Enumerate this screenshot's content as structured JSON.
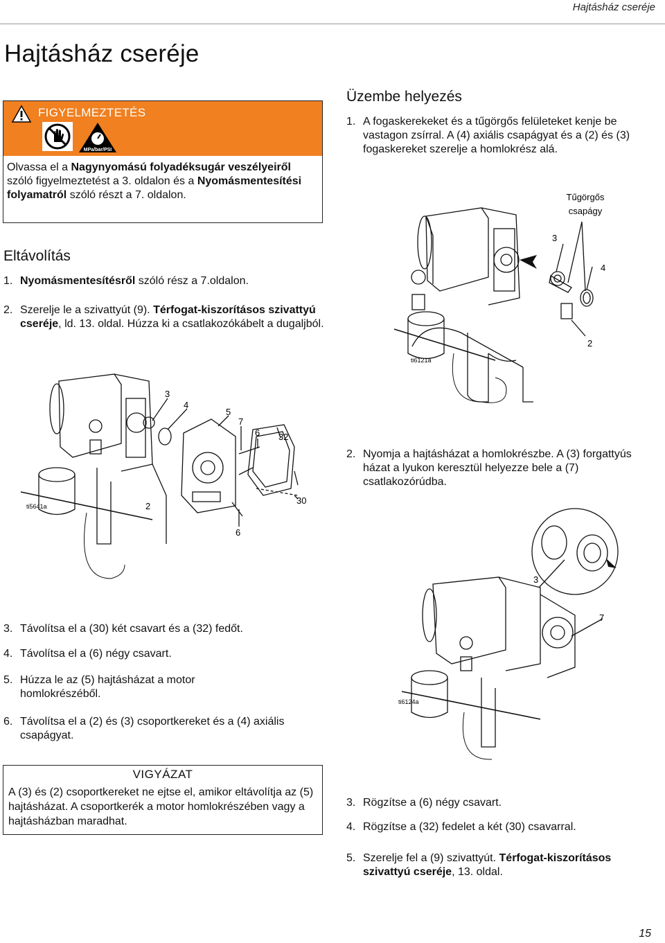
{
  "header": {
    "running_title": "Hajtásház cseréje"
  },
  "page_title": "Hajtásház cseréje",
  "warning": {
    "title": "FIGYELMEZTETÉS",
    "badge": "MPa/bar/PSI",
    "t1": "Olvassa el a ",
    "b1": "Nagynyomású folyadéksugár veszélyeiről",
    "t2": " szóló figyelmeztetést a 3. oldalon és a ",
    "b2": "Nyomásmentesítési folyamatról",
    "t3": " szóló részt a 7. oldalon."
  },
  "removal": {
    "heading": "Eltávolítás",
    "s1_num": "1.",
    "s1_bold": "Nyomásmentesítésről",
    "s1_text": " szóló rész a 7.oldalon.",
    "s2_num": "2.",
    "s2_text1": "Szerelje le a szivattyút (9). ",
    "s2_bold": "Térfogat-kiszorításos szivattyú cseréje",
    "s2_text2": ", ld. 13. oldal. Húzza ki a csatlakozókábelt a dugaljból.",
    "s3_num": "3.",
    "s3_text": "Távolítsa el a (30) két csavart és a (32) fedőt.",
    "s4_num": "4.",
    "s4_text": "Távolítsa el a (6) négy csavart.",
    "s5_num": "5.",
    "s5_text": "Húzza le az (5) hajtásházat a motor homlokrészéből.",
    "s6_num": "6.",
    "s6_text": "Távolítsa el a (2) és (3) csoportkereket és a (4) axiális csapágyat."
  },
  "caution": {
    "title": "VIGYÁZAT",
    "text": "A (3) és (2) csoportkereket ne ejtse el, amikor eltávolítja az (5) hajtásházat. A csoportkerék a motor homlokrészében vagy a hajtásházban maradhat."
  },
  "install": {
    "heading": "Üzembe helyezés",
    "s1_num": "1.",
    "s1_text": "A fogaskerekeket és a tűgörgős felületeket kenje be vastagon zsírral. A (4) axiális csapágyat és a (2) és (3) fogaskereket szerelje a homlokrész alá.",
    "s2_num": "2.",
    "s2_text": "Nyomja a hajtásházat a homlokrészbe. A (3) forgattyús házat a lyukon keresztül helyezze bele a (7) csatlakozórúdba.",
    "s3_num": "3.",
    "s3_text": "Rögzítse a (6) négy csavart.",
    "s4_num": "4.",
    "s4_text": "Rögzítse a (32) fedelet a két (30) csavarral.",
    "s5_num": "5.",
    "s5_text1": "Szerelje fel a (9) szivattyút. ",
    "s5_bold": "Térfogat-kiszorításos szivattyú cseréje",
    "s5_text2": ", 13. oldal."
  },
  "figure1": {
    "id": "ti6121a",
    "caption_line1": "Tűgörgős",
    "caption_line2": "csapágy",
    "l3": "3",
    "l4": "4",
    "l2": "2"
  },
  "figure2": {
    "id": "ti5641a",
    "l3": "3",
    "l4": "4",
    "l5": "5",
    "l7": "7",
    "l6a": "6",
    "l32": "32",
    "l30": "30",
    "l2": "2",
    "l6b": "6"
  },
  "figure3": {
    "id": "ti6124a",
    "l3": "3",
    "l7": "7"
  },
  "footer": {
    "page_number": "15"
  }
}
